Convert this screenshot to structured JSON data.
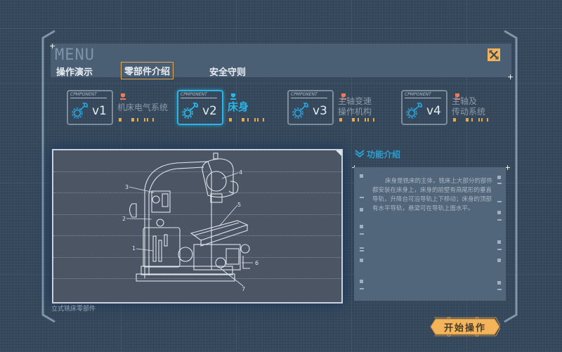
{
  "menu": {
    "title": "MENU",
    "tabs": [
      {
        "label": "操作演示",
        "active": false
      },
      {
        "label": "零部件介绍",
        "active": true
      },
      {
        "label": "安全守则",
        "active": false
      }
    ],
    "close_icon": "close-icon"
  },
  "components": [
    {
      "caption": "CPMPONENT",
      "version": "v1",
      "label_lines": [
        "机床电气系统"
      ],
      "active": false,
      "icon": "wrench-gear-icon"
    },
    {
      "caption": "CPMPONENT",
      "version": "v2",
      "label_lines": [
        "床身"
      ],
      "active": true,
      "icon": "wrench-gear-icon"
    },
    {
      "caption": "CPMPONENT",
      "version": "v3",
      "label_lines": [
        "主轴变速",
        "操作机构"
      ],
      "active": false,
      "icon": "wrench-gear-icon"
    },
    {
      "caption": "CPMPONENT",
      "version": "v4",
      "label_lines": [
        "主轴及",
        "传动系统"
      ],
      "active": false,
      "icon": "wrench-gear-icon"
    }
  ],
  "image": {
    "caption": "立式铣床零部件",
    "callouts": [
      "1",
      "2",
      "3",
      "4",
      "5",
      "6",
      "7"
    ]
  },
  "function_panel": {
    "title": "功能介绍",
    "description": "床身是铣床的主体，铣床上大部分的部件都安装在床身上，床身的前壁有燕尾形的垂直导轨，升降台可沿导轨上下移动；床身的顶部有水平导轨，悬梁可在导轨上面水平。"
  },
  "start_button": {
    "label": "开始操作"
  },
  "colors": {
    "accent_orange": "#f3b45a",
    "accent_cyan": "#29b6e6",
    "background": "#33465a"
  }
}
